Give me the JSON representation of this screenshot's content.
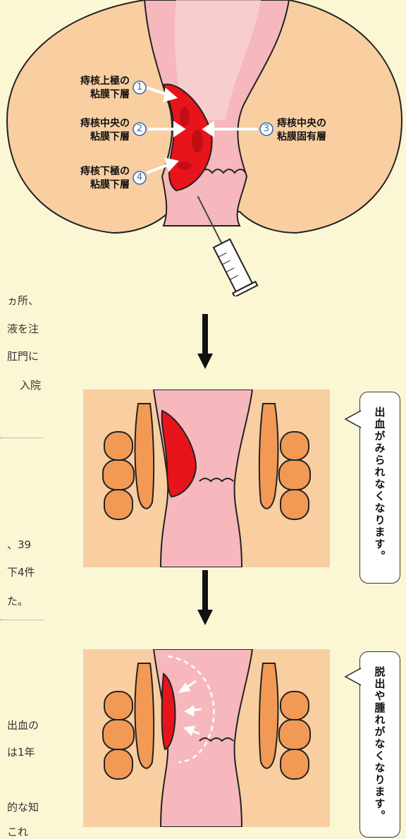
{
  "top_diagram": {
    "labels": [
      {
        "num": "1",
        "line1": "痔核上極の",
        "line2": "粘膜下層"
      },
      {
        "num": "2",
        "line1": "痔核中央の",
        "line2": "粘膜下層"
      },
      {
        "num": "3",
        "line1": "痔核中央の",
        "line2": "粘膜固有層"
      },
      {
        "num": "4",
        "line1": "痔核下極の",
        "line2": "粘膜下層"
      }
    ]
  },
  "left_text": {
    "lines": [
      "ヵ所、",
      "液を注",
      "肛門に",
      "入院",
      "、39",
      "下4件",
      "た。",
      "出血の",
      "は1年",
      "的な知",
      "これ"
    ]
  },
  "bubbles": {
    "middle": "出血がみられなくなります。",
    "bottom": "脱出や腫れがなくなります。"
  },
  "colors": {
    "background": "#fbf7d5",
    "skin": "#f9cea1",
    "mucosa": "#f6b8bd",
    "hemorrhoid": "#e8141b",
    "sphincter": "#f29a55",
    "number_circle": "#3a6fb5"
  }
}
